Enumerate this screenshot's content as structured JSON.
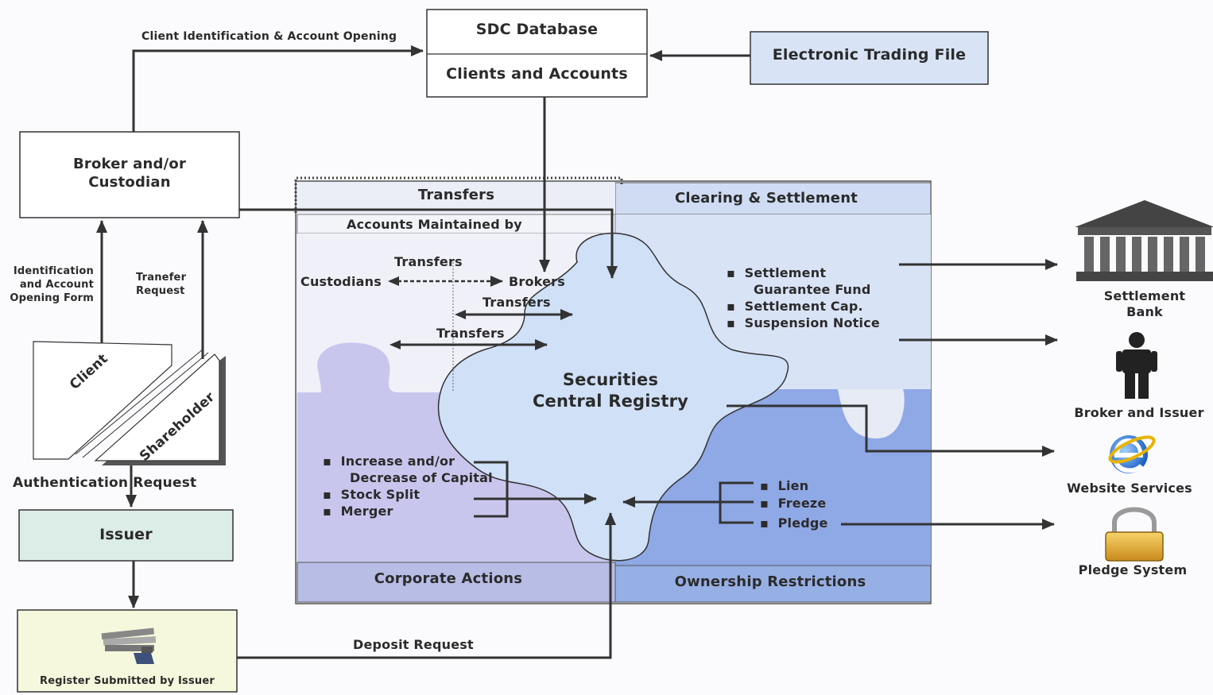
{
  "sdc": {
    "title": "SDC Database",
    "subtitle": "Clients and Accounts"
  },
  "etf": {
    "label": "Electronic Trading File"
  },
  "broker_custodian": {
    "line1": "Broker and/or",
    "line2": "Custodian"
  },
  "flow_labels": {
    "client_id_opening": "Client Identification & Account Opening",
    "id_form_line1": "Identification",
    "id_form_line2": "and Account",
    "id_form_line3": "Opening Form",
    "transfer_request_line1": "Tranefer",
    "transfer_request_line2": "Request",
    "authentication_request": "Authentication Request",
    "deposit_request": "Deposit Request"
  },
  "client_card": {
    "client": "Client",
    "shareholder": "Shareholder"
  },
  "issuer": {
    "label": "Issuer"
  },
  "register": {
    "label": "Register Submitted by  Issuer"
  },
  "registry": {
    "transfers_header": "Transfers",
    "accounts_maintained": "Accounts Maintained by",
    "clearing_header": "Clearing & Settlement",
    "corporate_actions": "Corporate Actions",
    "ownership_restrictions": "Ownership Restrictions",
    "center_line1": "Securities",
    "center_line2": "Central Registry",
    "custodians": "Custodians",
    "brokers": "Brokers",
    "transfers_1": "Transfers",
    "transfers_2": "Transfers",
    "transfers_3": "Transfers",
    "settlement_items": [
      "Settlement",
      "Guarantee Fund",
      "Settlement Cap.",
      "Suspension Notice"
    ],
    "corporate_items": [
      "Increase and/or",
      "Decrease of Capital",
      "Stock Split",
      "Merger"
    ],
    "restriction_items": [
      "Lien",
      "Freeze",
      "Pledge"
    ]
  },
  "outputs": {
    "settlement_bank_line1": "Settlement",
    "settlement_bank_line2": "Bank",
    "broker_issuer": "Broker and Issuer",
    "website_services": "Website Services",
    "pledge_system": "Pledge System"
  },
  "colors": {
    "light_blue": "#d8e4f6",
    "puzzle_lilac": "#c9c6ee",
    "puzzle_blue": "#8fa8e6",
    "cloud_fill": "#cfe0f7",
    "issuer_fill": "#dcece6",
    "register_fill": "#f5f8dc",
    "line": "#333333"
  }
}
